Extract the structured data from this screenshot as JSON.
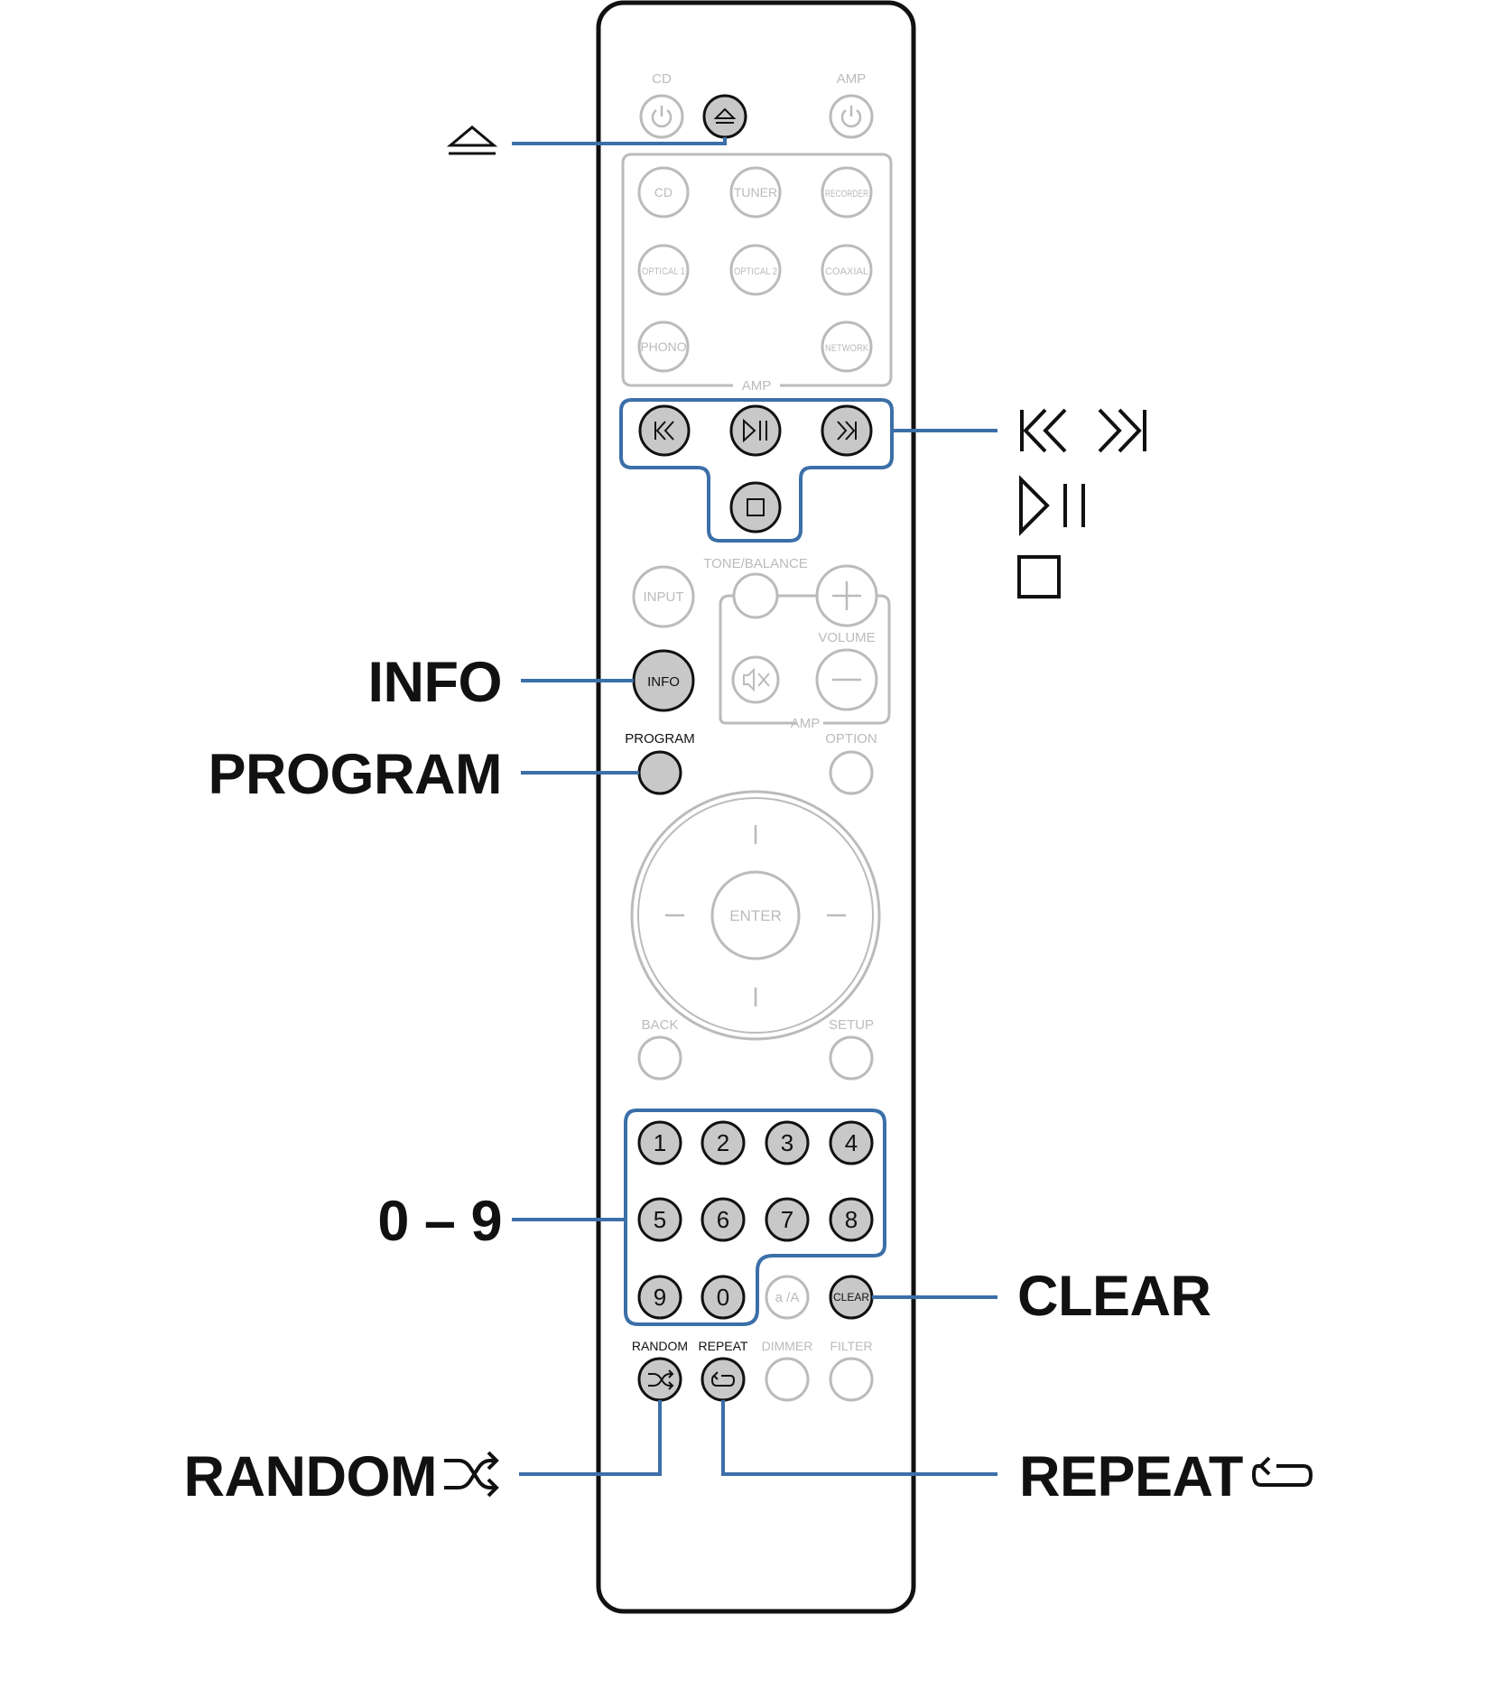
{
  "remote": {
    "top_labels": {
      "cd": "CD",
      "amp": "AMP"
    },
    "source_buttons": [
      "CD",
      "TUNER",
      "RECORDER",
      "OPTICAL 1",
      "OPTICAL 2",
      "COAXIAL",
      "PHONO",
      "NETWORK"
    ],
    "source_group_label": "AMP",
    "tone_balance_label": "TONE/BALANCE",
    "input_label": "INPUT",
    "volume_label": "VOLUME",
    "amp_label": "AMP",
    "info_label": "INFO",
    "program_label": "PROGRAM",
    "option_label": "OPTION",
    "enter_label": "ENTER",
    "back_label": "BACK",
    "setup_label": "SETUP",
    "digits": [
      "1",
      "2",
      "3",
      "4",
      "5",
      "6",
      "7",
      "8",
      "9",
      "0"
    ],
    "alpha_label": "a /A",
    "clear_label": "CLEAR",
    "bottom_labels": [
      "RANDOM",
      "REPEAT",
      "DIMMER",
      "FILTER"
    ]
  },
  "callouts": {
    "eject": {
      "icon": "eject-icon"
    },
    "transport": {
      "icons": [
        "skip-back-icon",
        "skip-forward-icon",
        "play-pause-icon",
        "stop-icon"
      ]
    },
    "info": "INFO",
    "program": "PROGRAM",
    "digits": "0 – 9",
    "clear": "CLEAR",
    "random": "RANDOM",
    "random_icon": "shuffle-icon",
    "repeat": "REPEAT",
    "repeat_icon": "repeat-icon"
  },
  "colors": {
    "highlight": "#3b6fa8",
    "active_button": "#c8c8c8",
    "inactive": "#bbbbbb",
    "outline": "#111111"
  }
}
